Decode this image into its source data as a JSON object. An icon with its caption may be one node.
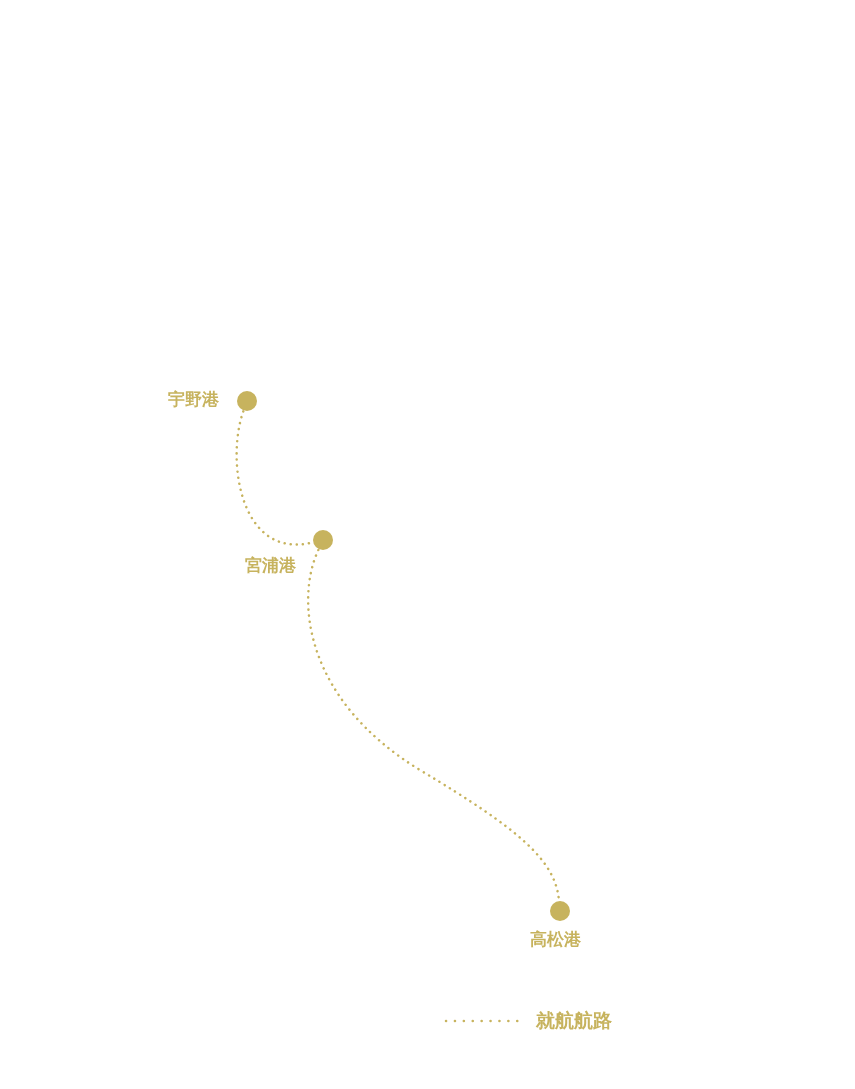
{
  "diagram": {
    "nodes": [
      {
        "text": [
          "宇野港"
        ]
      },
      {
        "text": [
          "宮浦港"
        ]
      },
      {
        "text": [
          "高松港"
        ]
      }
    ],
    "edges": [
      {
        "from": 0,
        "to": 1,
        "arrow": "none"
      },
      {
        "from": 1,
        "to": 2,
        "arrow": "none"
      }
    ],
    "legend": [
      {
        "text": "就航航路"
      }
    ]
  }
}
